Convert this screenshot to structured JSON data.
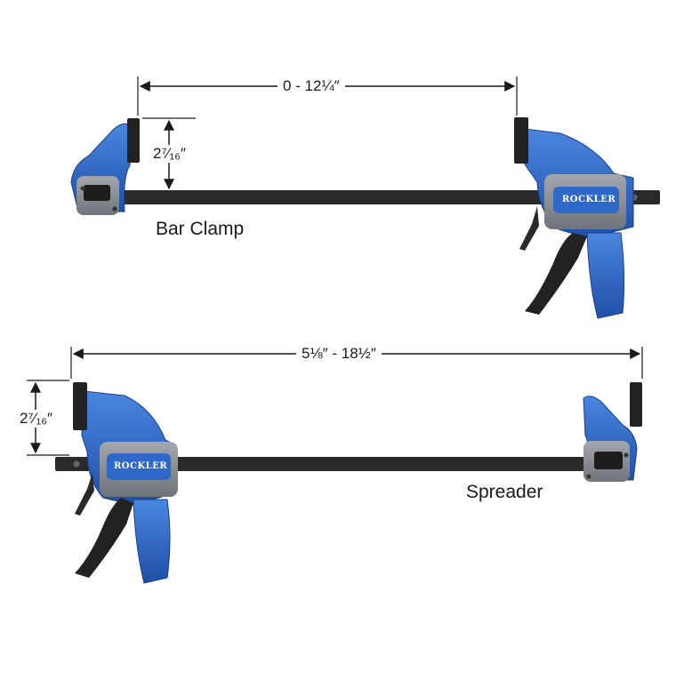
{
  "bar_clamp": {
    "opening_range": "0 - 12¼″",
    "jaw_depth": "2⁷⁄₁₆″",
    "caption": "Bar Clamp",
    "brand": "ROCKLER"
  },
  "spreader": {
    "opening_range": "5⅛″ - 18½″",
    "jaw_depth": "2⁷⁄₁₆″",
    "caption": "Spreader",
    "brand": "ROCKLER"
  },
  "colors": {
    "body_blue": "#2f6fd1",
    "body_blue_dark": "#1f4fa8",
    "bar_black": "#2a2a2a",
    "housing_gray": "#8a8f96",
    "pad_black": "#222222",
    "dimension_line": "#1a1a1a"
  }
}
